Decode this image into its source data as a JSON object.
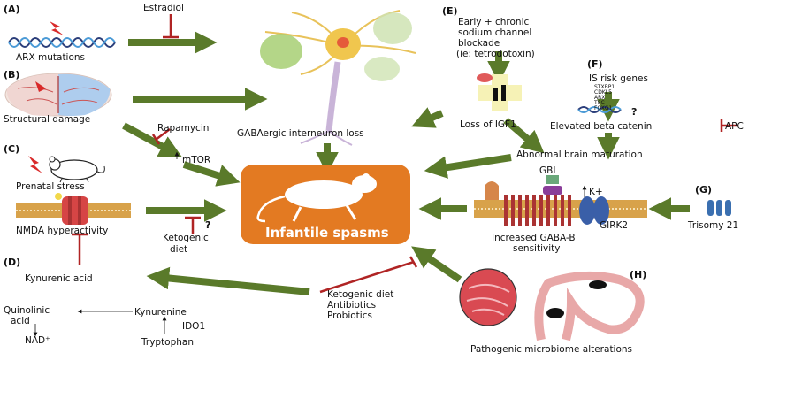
{
  "panels": {
    "a": "(A)",
    "b": "(B)",
    "c": "(C)",
    "d": "(D)",
    "e": "(E)",
    "f": "(F)",
    "g": "(G)",
    "h": "(H)"
  },
  "labels": {
    "estradiol": "Estradiol",
    "arx": "ARX mutations",
    "structural": "Structural damage",
    "rapamycin": "Rapamycin",
    "mtor": "mTOR",
    "prenatal": "Prenatal stress",
    "nmda": "NMDA hyperactivity",
    "ketogenic1": "Ketogenic",
    "ketogenic2": "diet",
    "question": "?",
    "gaba_loss": "GABAergic interneuron loss",
    "infantile": "Infantile spasms",
    "kynurenic": "Kynurenic acid",
    "quinolinic1": "Quinolinic",
    "quinolinic2": "acid",
    "nad": "NAD⁺",
    "kynurenine": "Kynurenine",
    "ido1": "IDO1",
    "tryptophan": "Tryptophan",
    "treat1": "Ketogenic diet",
    "treat2": "Antibiotics",
    "treat3": "Probiotics",
    "sodium1": "Early + chronic",
    "sodium2": "sodium channel",
    "sodium3": "blockade",
    "sodium4": "(ie: tetrodotoxin)",
    "igf1": "Loss of IGF1",
    "risk": "IS risk genes",
    "genes": [
      "STXBP1",
      "CDKL5",
      "ARX",
      "TSC",
      "FOXG1"
    ],
    "beta": "Elevated beta catenin",
    "apc": "APC",
    "abnormal": "Abnormal brain maturation",
    "gbl": "GBL",
    "kplus": "K+",
    "girk2": "GIRK2",
    "gabab1": "Increased GABA-B",
    "gabab2": "sensitivity",
    "trisomy": "Trisomy 21",
    "microbiome": "Pathogenic microbiome alterations"
  },
  "colors": {
    "arrow": "#5a7a2a",
    "inhibition": "#b02424",
    "center_box": "#e37a22",
    "membrane": "#d8a24a"
  }
}
